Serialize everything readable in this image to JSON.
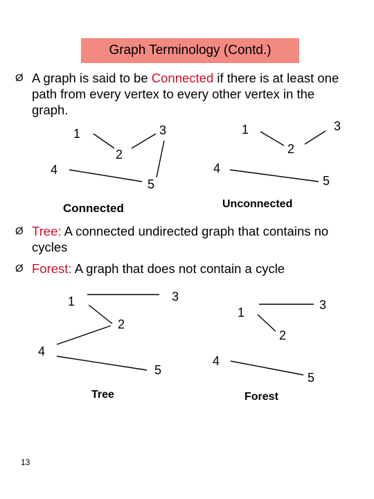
{
  "slide": {
    "title": "Graph Terminology (Contd.)",
    "page_number": "13",
    "bullet_glyph": "Ø"
  },
  "bullets": [
    {
      "highlight": "",
      "pre": "A graph is said to be ",
      "term": "Connected",
      "post": " if there is at least one path from every vertex to every other vertex in the graph."
    },
    {
      "term": "Tree:",
      "post": " A connected undirected graph that contains no cycles"
    },
    {
      "term": "Forest:",
      "post": " A graph that does not contain a cycle"
    }
  ],
  "graphs": {
    "connected": {
      "caption": "Connected",
      "vertices": [
        "1",
        "3",
        "2",
        "4",
        "5"
      ]
    },
    "unconnected": {
      "caption": "Unconnected",
      "vertices": [
        "1",
        "3",
        "2",
        "4",
        "5"
      ]
    },
    "tree": {
      "caption": "Tree",
      "vertices": [
        "1",
        "3",
        "2",
        "4",
        "5"
      ]
    },
    "forest": {
      "caption": "Forest",
      "vertices": [
        "1",
        "3",
        "2",
        "4",
        "5"
      ]
    }
  },
  "colors": {
    "title_bg": "#f28a82",
    "term": "#c8102e"
  }
}
